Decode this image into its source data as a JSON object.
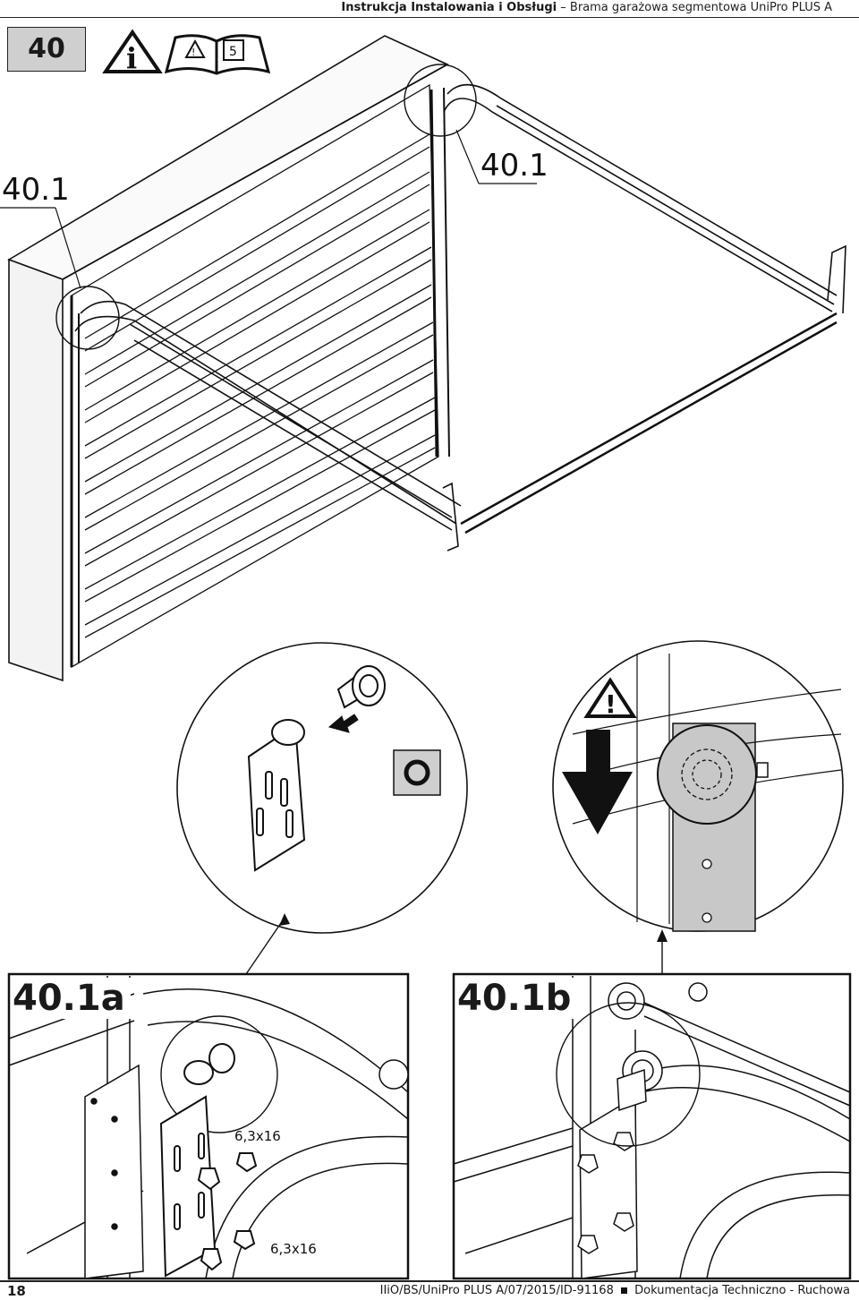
{
  "header": {
    "title_bold": "Instrukcja Instalowania i Obsługi",
    "separator": "–",
    "title_light": "Brama garażowa segmentowa UniPro PLUS A"
  },
  "step": {
    "number": "40",
    "info_icon": "info-warning-triangle-icon",
    "manual_icon": "open-manual-icon",
    "manual_ref": "5",
    "manual_mark": "!"
  },
  "labels": {
    "detail_left": "40.1",
    "detail_right": "40.1",
    "panel_a": "40.1a",
    "panel_b": "40.1b",
    "screw_1": "6,3x16",
    "screw_2": "6,3x16",
    "warning_mark": "!"
  },
  "icons": {
    "ring": "ring-o-icon",
    "arrow_down": "down-arrow-icon",
    "warning": "warning-triangle-icon"
  },
  "footer": {
    "page": "18",
    "doc_ref": "IIiO/BS/UniPro PLUS A/07/2015/ID-91168",
    "section": "Dokumentacja Techniczno - Ruchowa"
  }
}
